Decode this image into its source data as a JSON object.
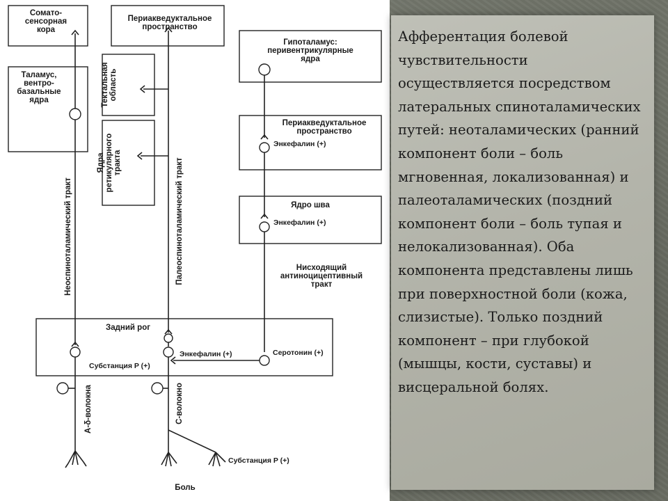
{
  "diagram": {
    "boxes": {
      "cortex": "Сомато-\nсенсорная\nкора",
      "thalamus": "Таламус,\nвентро-\nбазальные\nядра",
      "periaqueductal_top": "Периаквeдуктальное\nпространство",
      "tectal": "Тектальная\nобласть",
      "reticular": "Ядра\nретикулярного\nтракта",
      "hypothalamus": "Гипоталамус:\nперивентрикулярные\nядра",
      "periaqueductal_mid": "Периаквeдуктальное\nпространство",
      "raphe": "Ядро шва",
      "dorsal_horn": "Задний рог"
    },
    "labels": {
      "enkephalin_1": "Энкефалин (+)",
      "enkephalin_2": "Энкефалин (+)",
      "enkephalin_3": "Энкефалин (+)",
      "serotonin": "Серотонин (+)",
      "substance_p_1": "Субстанция P (+)",
      "substance_p_2": "Субстанция P (+)",
      "descending_tract": "Нисходящий\nантиноцицептивный\nтракт",
      "neo_tract": "Неоспиноталамический тракт",
      "paleo_tract": "Палеоспиноталамический тракт",
      "a_delta_fiber": "А-δ-волокна",
      "c_fiber": "С-волокно",
      "pain": "Боль"
    }
  },
  "note": {
    "text": "Афферентация болевой чувствительности осуществляется посредством латеральных спиноталамических путей: неоталамических (ранний компонент боли – боль мгновенная, локализованная) и палеоталамических (поздний компонент боли – боль тупая и нелокализованная). Оба компонента представлены лишь при поверхностной боли (кожа, слизистые). Только поздний компонент – при глубокой (мышцы, кости, суставы) и висцеральной болях."
  },
  "colors": {
    "background": "#6f7368",
    "card": "#b5b6ac",
    "panel": "#ffffff"
  }
}
